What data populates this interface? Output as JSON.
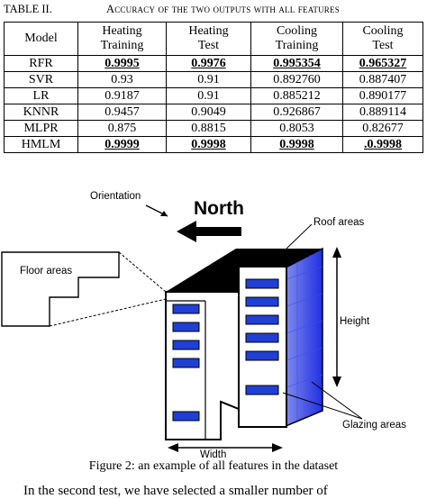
{
  "table": {
    "number": "TABLE II.",
    "title": "Accuracy of the two outputs with all features",
    "headers": [
      "Model",
      "Heating\nTraining",
      "Heating\nTest",
      "Cooling\nTraining",
      "Cooling\nTest"
    ],
    "rows": [
      {
        "model": "RFR",
        "values": [
          "0.9995",
          "0.9976",
          "0.995354",
          "0.965327"
        ],
        "best": [
          true,
          true,
          true,
          true
        ]
      },
      {
        "model": "SVR",
        "values": [
          "0.93",
          "0.91",
          "0.892760",
          "0.887407"
        ],
        "best": [
          false,
          false,
          false,
          false
        ]
      },
      {
        "model": "LR",
        "values": [
          "0.9187",
          "0.91",
          "0.885212",
          "0.890177"
        ],
        "best": [
          false,
          false,
          false,
          false
        ]
      },
      {
        "model": "KNNR",
        "values": [
          "0.9457",
          "0.9049",
          "0.926867",
          "0.889114"
        ],
        "best": [
          false,
          false,
          false,
          false
        ]
      },
      {
        "model": "MLPR",
        "values": [
          "0.875",
          "0.8815",
          "0.8053",
          "0.82677"
        ],
        "best": [
          false,
          false,
          false,
          false
        ]
      },
      {
        "model": "HMLM",
        "values": [
          "0.9999",
          "0.9998",
          "0.9998",
          ".0.9998"
        ],
        "best": [
          true,
          true,
          true,
          true
        ]
      }
    ]
  },
  "figure": {
    "labels": {
      "orientation": "Orientation",
      "north": "North",
      "roof": "Roof areas",
      "floor": "Floor areas",
      "height": "Height",
      "glazing": "Glazing areas",
      "width": "Width"
    },
    "caption": "Figure 2: an example of all features in the dataset",
    "colors": {
      "glazing": "#1f3fd6",
      "roof": "#000000",
      "side_gradient_end": "#1f2fe0"
    }
  },
  "body_text": "In the second test, we have selected a smaller number of"
}
